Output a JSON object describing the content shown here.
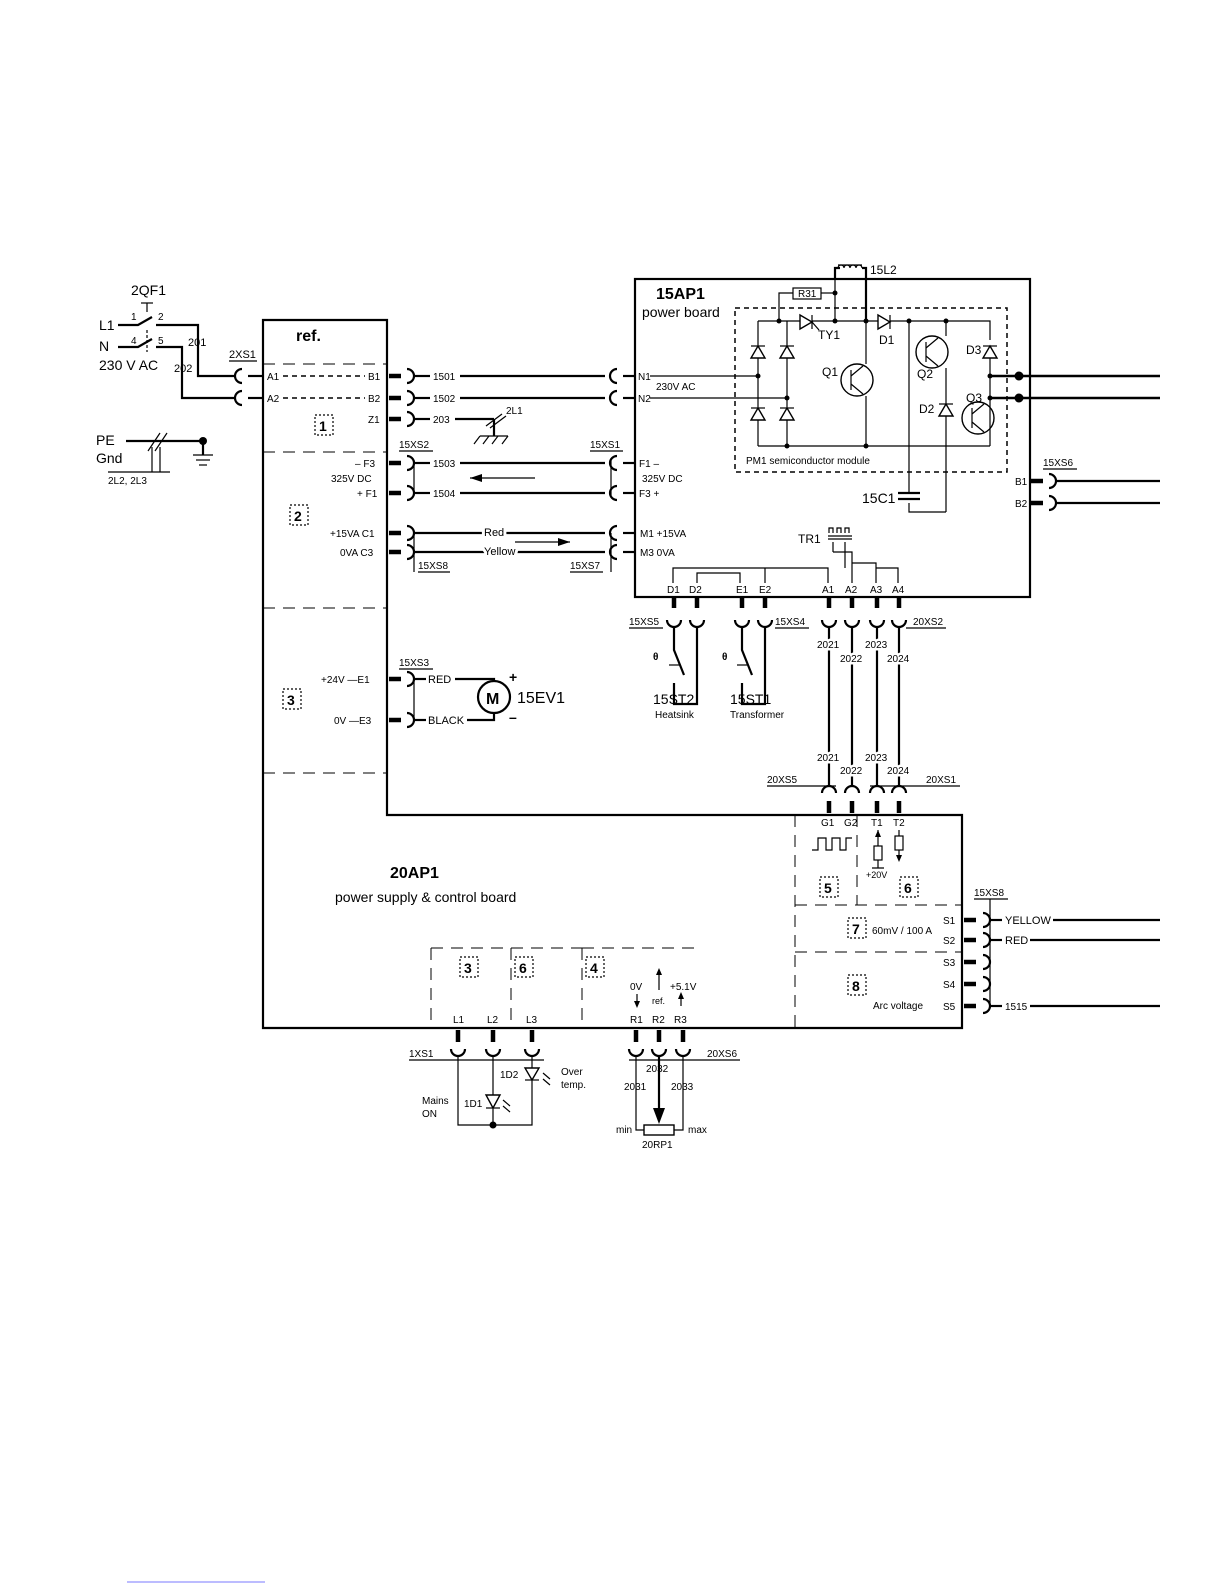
{
  "mains": {
    "breaker": "2QF1",
    "l1": "L1",
    "n": "N",
    "voltage": "230 V AC",
    "breaker_pins": [
      "1",
      "2",
      "4",
      "5"
    ],
    "wire_201": "201",
    "wire_202": "202",
    "connector": "2XS1",
    "pe": "PE",
    "gnd": "Gnd",
    "filters": "2L2, 2L3"
  },
  "board20": {
    "ref": "ref.",
    "title_ref": "20AP1",
    "title_desc": "power supply & control board",
    "sections": {
      "s1": "1",
      "s2": "2",
      "s3": "3",
      "s3b": "3",
      "s4": "4",
      "s5": "5",
      "s6": "6",
      "s6b": "6",
      "s7": "7",
      "s8": "8"
    },
    "pins": {
      "a1": "A1",
      "a2": "A2",
      "b1": "B1",
      "b2": "B2",
      "z1": "Z1",
      "f3": "– F3",
      "dc": "325V DC",
      "f1": "+ F1",
      "c1": "+15VA  C1",
      "c3": "0VA  C3",
      "e1": "+24V —E1",
      "e3": "0V —E3",
      "g1": "G1",
      "g2": "G2",
      "t1": "T1",
      "t2": "T2",
      "s1": "S1",
      "s2": "S2",
      "s3": "S3",
      "s4": "S4",
      "s5": "S5",
      "l1": "L1",
      "l2": "L2",
      "l3": "L3",
      "r1": "R1",
      "r2": "R2",
      "r3": "R3"
    },
    "plus20v": "+20V",
    "shunt": "60mV / 100 A",
    "arc": "Arc voltage",
    "ov": "0V",
    "plus51": "+5.1V"
  },
  "board15": {
    "ref": "15AP1",
    "desc": "power board",
    "pins": {
      "n1": "N1",
      "n2": "N2",
      "ac": "230V AC",
      "f1": "F1  –",
      "dc": "325V DC",
      "f3": "F3  +",
      "m1": "M1   +15VA",
      "m3": "M3   0VA",
      "d1": "D1",
      "d2": "D2",
      "e1": "E1",
      "e2": "E2",
      "a1": "A1",
      "a2": "A2",
      "a3": "A3",
      "a4": "A4",
      "b1": "B1",
      "b2": "B2"
    },
    "module": "PM1  semiconductor module",
    "components": {
      "l2": "15L2",
      "r31": "R31",
      "ty1": "TY1",
      "d1": "D1",
      "q1": "Q1",
      "q2": "Q2",
      "d3": "D3",
      "d2": "D2",
      "q3": "Q3",
      "c1": "15C1",
      "tr1": "TR1"
    }
  },
  "wires": {
    "w1501": "1501",
    "w1502": "1502",
    "w203": "203",
    "l1": "2L1",
    "w1503": "1503",
    "w1504": "1504",
    "red": "Red",
    "yellow": "Yellow",
    "w2021": "2021",
    "w2022": "2022",
    "w2023": "2023",
    "w2024": "2024",
    "w2031": "2031",
    "w2032": "2032",
    "w2033": "2033",
    "w1515": "1515",
    "red_upper": "RED",
    "black_upper": "BLACK",
    "yellow_upper": "YELLOW",
    "red_s2": "RED"
  },
  "connectors": {
    "xs2": "15XS2",
    "xs1": "15XS1",
    "xs8": "15XS8",
    "xs7": "15XS7",
    "xs3": "15XS3",
    "xs5": "15XS5",
    "xs4": "15XS4",
    "xs2_20": "20XS2",
    "xs5_20": "20XS5",
    "xs1_20": "20XS1",
    "xs6": "15XS6",
    "xs8b": "15XS8",
    "xs1_1": "1XS1",
    "xs6_20": "20XS6"
  },
  "devices": {
    "fan": "15EV1",
    "motor": "M",
    "plus": "+",
    "minus": "–",
    "st2": "15ST2",
    "st2_desc": "Heatsink",
    "st1": "15ST1",
    "st1_desc": "Transformer",
    "theta": "θ",
    "d1": "1D1",
    "mains_on_1": "Mains",
    "mains_on_2": "ON",
    "d2": "1D2",
    "over_1": "Over",
    "over_2": "temp.",
    "rp1": "20RP1",
    "min": "min",
    "max": "max"
  }
}
